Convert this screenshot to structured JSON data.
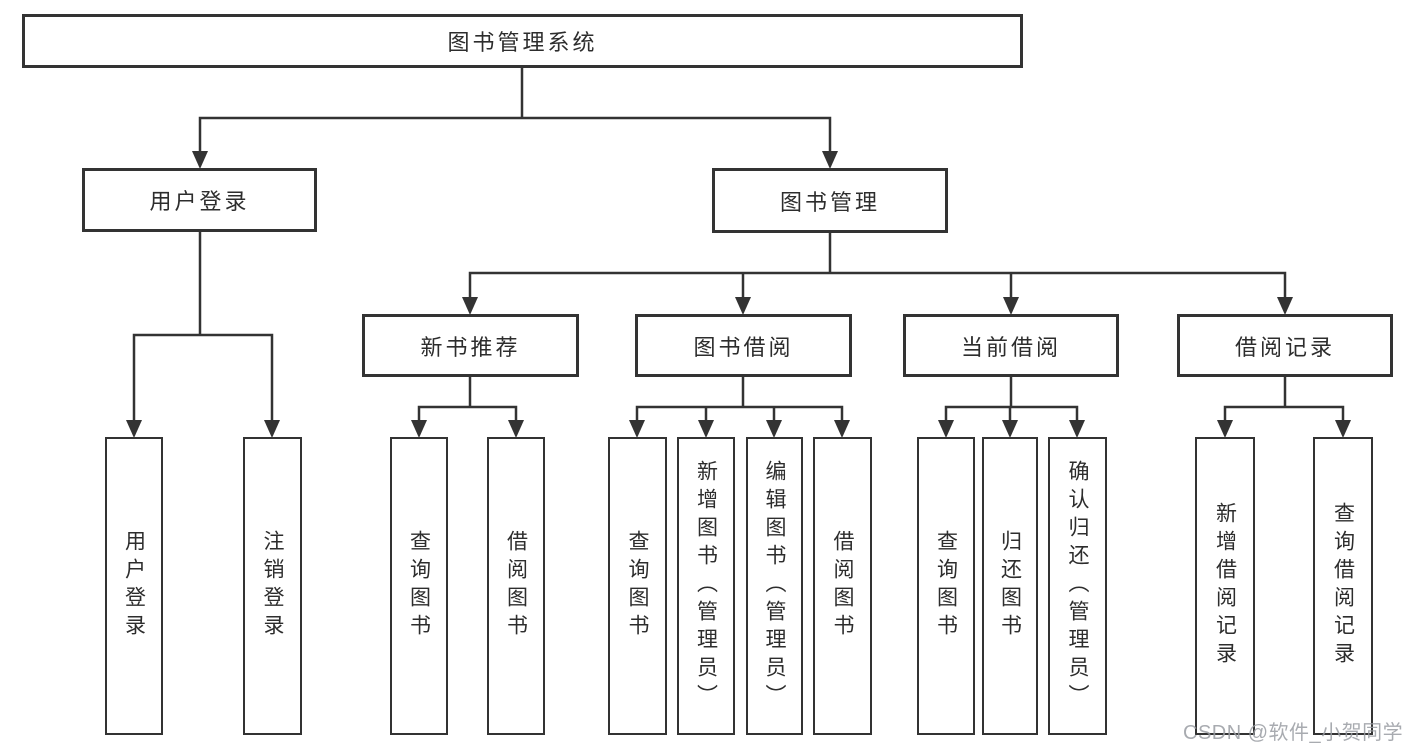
{
  "diagram": {
    "root": {
      "label": "图书管理系统"
    },
    "level2": [
      {
        "label": "用户登录"
      },
      {
        "label": "图书管理"
      }
    ],
    "level3": [
      {
        "label": "新书推荐"
      },
      {
        "label": "图书借阅"
      },
      {
        "label": "当前借阅"
      },
      {
        "label": "借阅记录"
      }
    ],
    "leaves": {
      "user_login": [
        "用户登录",
        "注销登录"
      ],
      "new_book_recommend": [
        "查询图书",
        "借阅图书"
      ],
      "book_borrow": [
        "查询图书",
        "新增图书（管理员）",
        "编辑图书（管理员）",
        "借阅图书"
      ],
      "current_borrow": [
        "查询图书",
        "归还图书",
        "确认归还（管理员）"
      ],
      "borrow_records": [
        "新增借阅记录",
        "查询借阅记录"
      ]
    }
  },
  "watermark": "CSDN @软件_小贺同学",
  "colors": {
    "line": "#333333",
    "box_border": "#333333",
    "text": "#2d2d2d",
    "watermark": "#9a9da3",
    "background": "#ffffff"
  }
}
